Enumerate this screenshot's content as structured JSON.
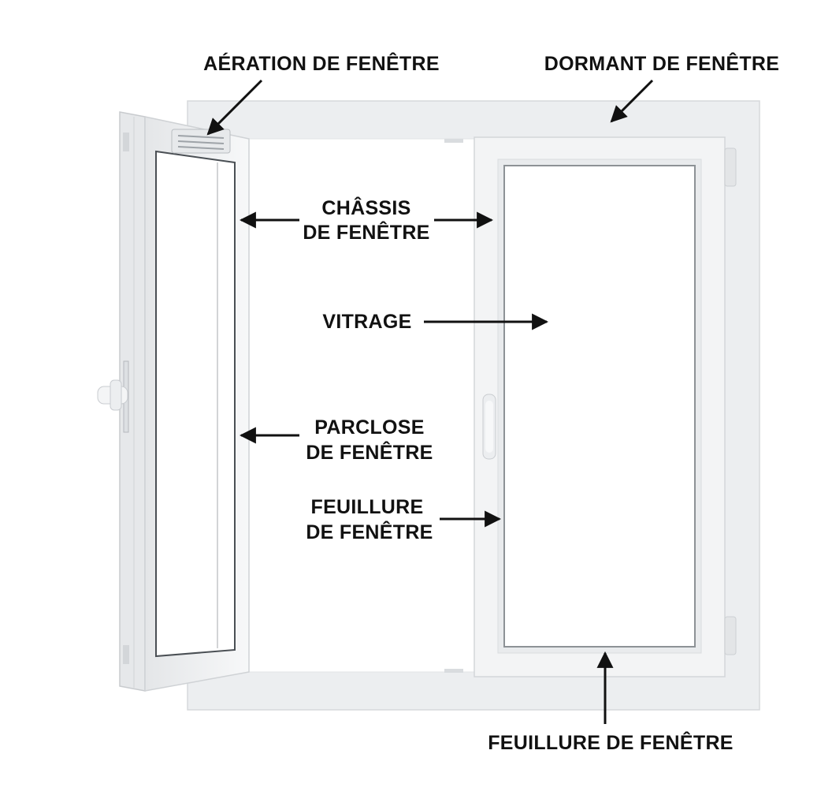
{
  "labels": {
    "aeration": "AÉRATION DE FENÊTRE",
    "dormant": "DORMANT DE FENÊTRE",
    "chassis_line1": "CHÂSSIS",
    "chassis_line2": "DE FENÊTRE",
    "vitrage": "VITRAGE",
    "parclose_line1": "PARCLOSE",
    "parclose_line2": "DE FENÊTRE",
    "feuillure_line1": "FEUILLURE",
    "feuillure_line2": "DE FENÊTRE",
    "feuillure_bottom": "FEUILLURE DE FENÊTRE"
  },
  "colors": {
    "text": "#111111",
    "arrow": "#111111",
    "frame": "#eceef0",
    "frame_edge": "#d6d9dc",
    "sash": "#f3f4f5",
    "glass": "#ffffff"
  }
}
